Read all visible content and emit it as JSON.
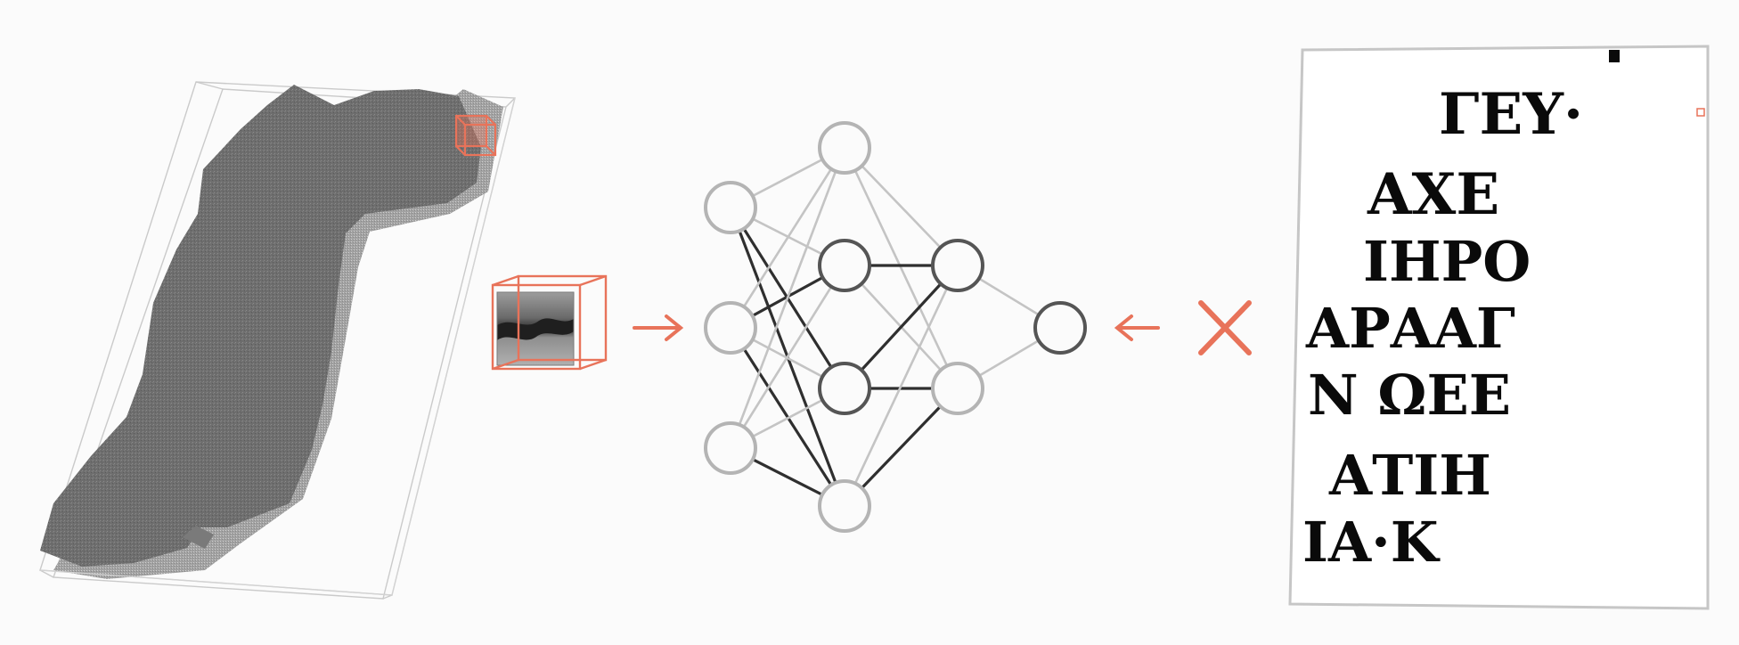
{
  "colors": {
    "background": "#fbfbfb",
    "accent": "#e8735a",
    "fragment": "#6f6f6f",
    "fragment_edge": "#a9a9a9",
    "bbox": "#c8c8c8",
    "node_light": "#b4b4b4",
    "node_dark": "#555555",
    "ink": "#0a0a0a",
    "page_border": "#c6c6c6"
  },
  "icons": {
    "input_arrow": "right-arrow-icon",
    "feedback_arrow": "left-arrow-icon",
    "loss_mark": "x-cross-icon"
  },
  "ink_label": {
    "lines": [
      "ΓΕΥ·",
      "ΑΧΕ",
      "ΙΗΡΟ",
      "ΑΡΑΑΓ",
      "Ν ΩΕΕ",
      "ΑΤΙΗ",
      "ΙΑ·Κ"
    ]
  }
}
